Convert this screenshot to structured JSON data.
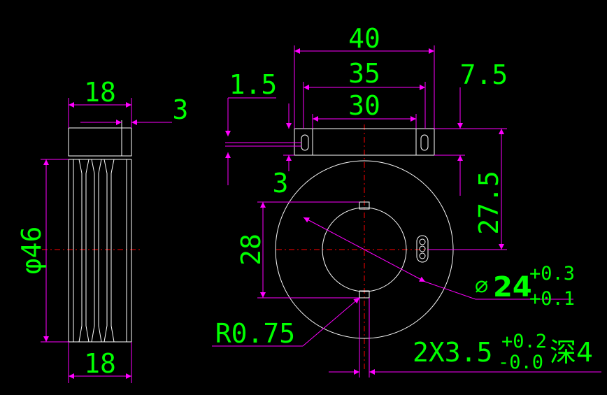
{
  "colors": {
    "background": "#000000",
    "outline": "#ffffff",
    "dimension": "#ff00ff",
    "text": "#00ff00",
    "centerline": "#ff0000"
  },
  "side_view": {
    "top_width": "18",
    "offset": "3",
    "diameter": "φ46",
    "bottom_width": "18"
  },
  "front_view": {
    "width_40": "40",
    "width_35": "35",
    "width_30": "30",
    "offset_1_5": "1.5",
    "offset_7_5": "7.5",
    "offset_3": "3",
    "height_27_5": "27.5",
    "height_28": "28",
    "bore": {
      "symbol": "⌀",
      "value": "24",
      "upper_tol": "+0.3",
      "lower_tol": "+0.1"
    },
    "radius": "R0.75",
    "slot": {
      "prefix": "2X3.5",
      "upper_tol": "+0.2",
      "lower_tol": "-0.0",
      "suffix": "深4"
    }
  }
}
